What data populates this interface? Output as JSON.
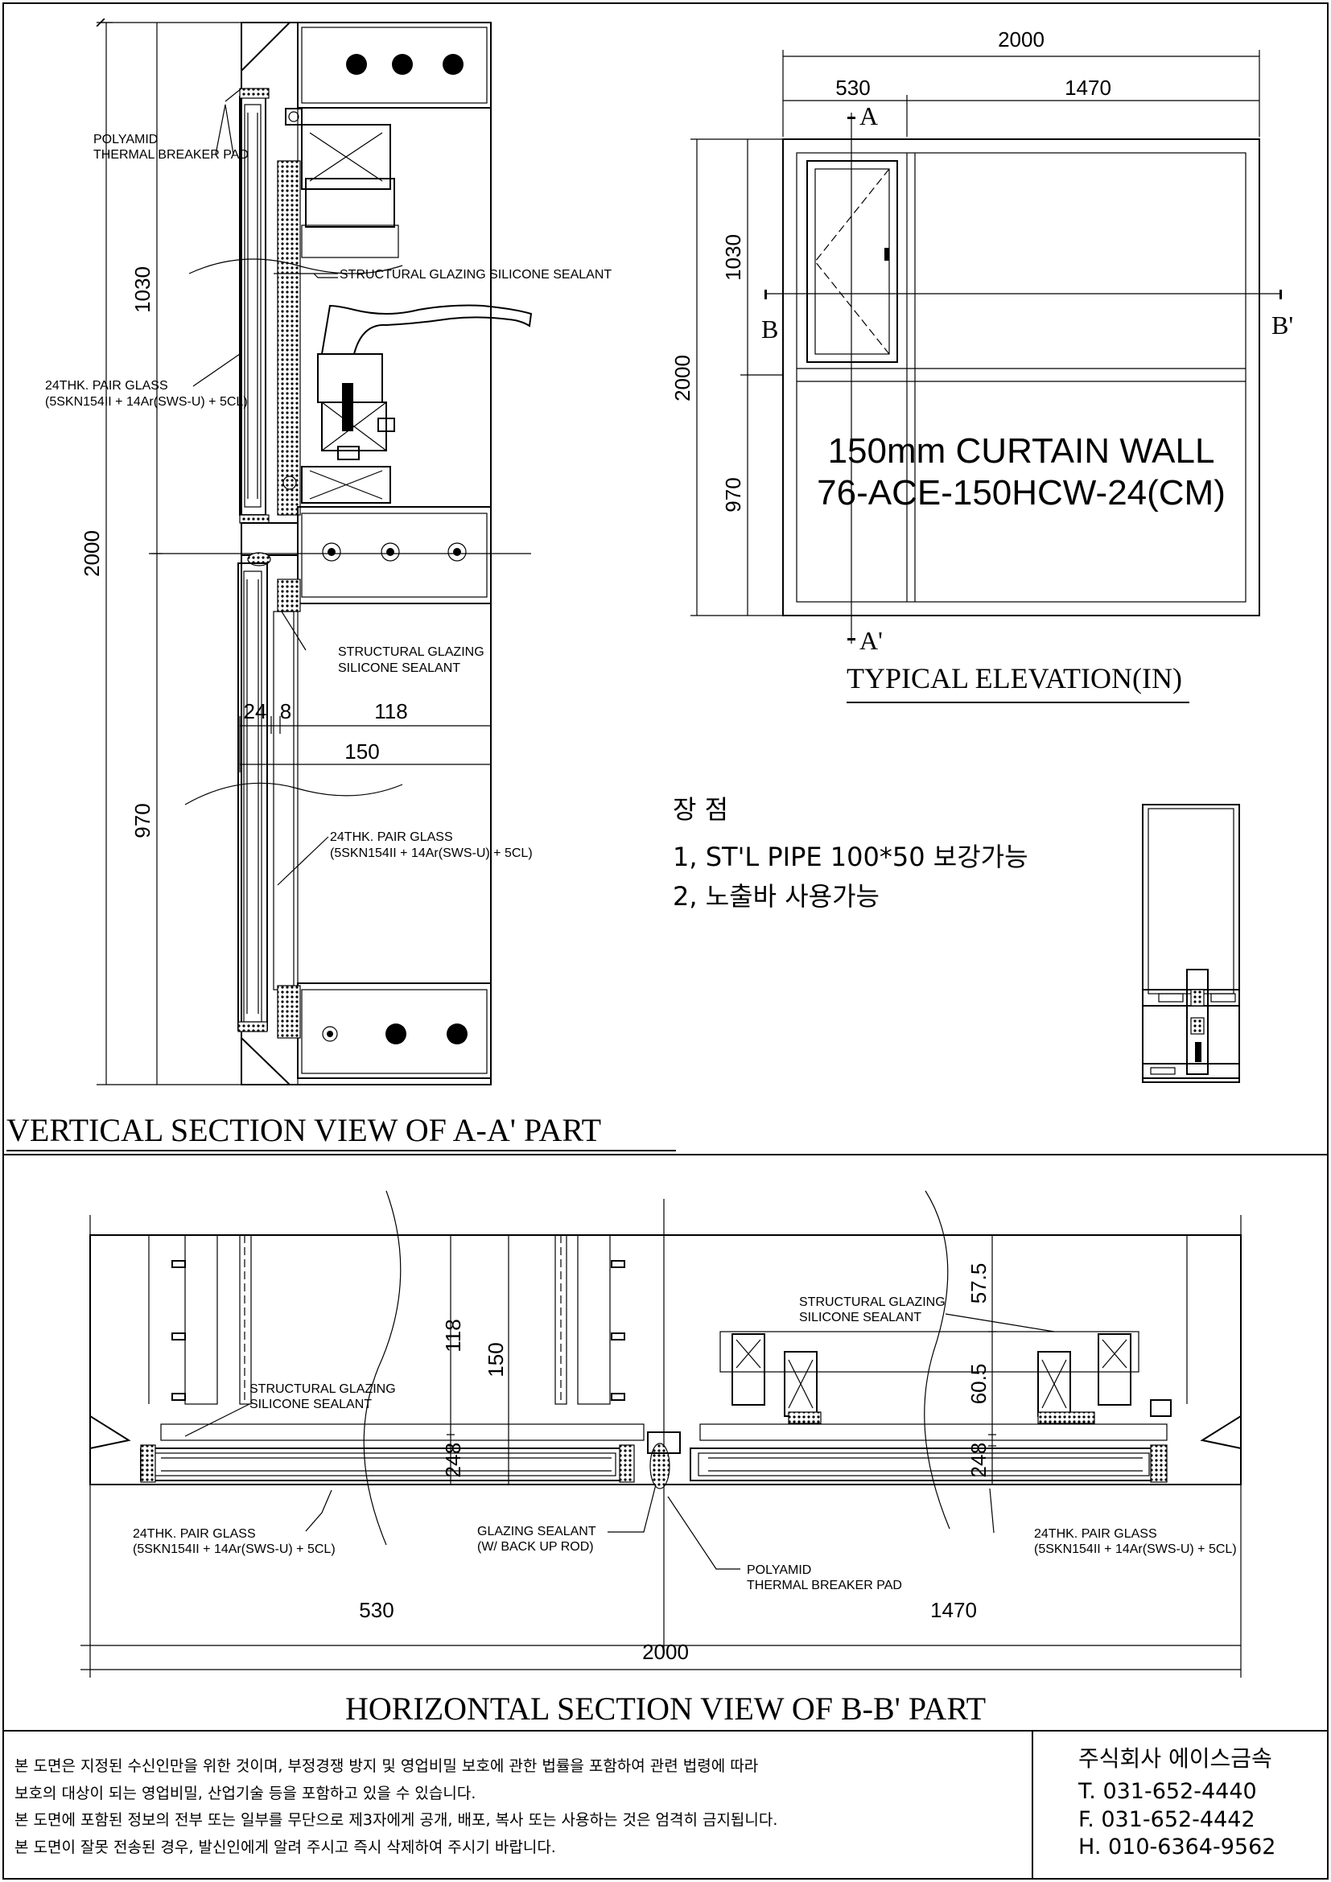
{
  "vertical_section": {
    "title": "VERTICAL SECTION VIEW OF A-A' PART",
    "dims": {
      "total": "2000",
      "upper": "1030",
      "lower": "970",
      "d24": "24",
      "d8": "8",
      "d118": "118",
      "d150": "150"
    },
    "notes": {
      "polyamid": [
        "POLYAMID",
        "THERMAL BREAKER PAD"
      ],
      "sg_sealant_1": "STRUCTURAL GLAZING SILICONE SEALANT",
      "pair_glass_1": [
        "24THK. PAIR GLASS",
        "(5SKN154II + 14Ar(SWS-U) + 5CL)"
      ],
      "sg_sealant_2": [
        "STRUCTURAL GLAZING",
        "SILICONE SEALANT"
      ],
      "pair_glass_2": [
        "24THK. PAIR GLASS",
        "(5SKN154II + 14Ar(SWS-U) + 5CL)"
      ]
    }
  },
  "elevation": {
    "title": "TYPICAL ELEVATION(IN)",
    "dims": {
      "total_w": "2000",
      "w530": "530",
      "w1470": "1470",
      "total_h": "2000",
      "h1030": "1030",
      "h970": "970"
    },
    "marks": {
      "a": "A",
      "a_prime": "A'",
      "b": "B",
      "b_prime": "B'"
    },
    "product_name": "150mm CURTAIN WALL",
    "product_code": "76-ACE-150HCW-24(CM)"
  },
  "features": {
    "heading": "장  점",
    "items": [
      "1, ST'L PIPE 100*50 보강가능",
      "2, 노출바 사용가능"
    ]
  },
  "horizontal_section": {
    "title": "HORIZONTAL SECTION VIEW OF B-B' PART",
    "dims": {
      "d118": "118",
      "d150": "150",
      "d24": "24",
      "d8": "8",
      "d57_5": "57.5",
      "d60_5": "60.5",
      "w530": "530",
      "w1470": "1470",
      "total": "2000"
    },
    "notes": {
      "sg_sealant_left": [
        "STRUCTURAL GLAZING",
        "SILICONE SEALANT"
      ],
      "sg_sealant_right": [
        "STRUCTURAL GLAZING",
        "SILICONE SEALANT"
      ],
      "pair_glass_left": [
        "24THK. PAIR GLASS",
        "(5SKN154II + 14Ar(SWS-U) + 5CL)"
      ],
      "glazing_sealant": [
        "GLAZING SEALANT",
        "(W/ BACK UP ROD)"
      ],
      "polyamid": [
        "POLYAMID",
        "THERMAL BREAKER PAD"
      ],
      "pair_glass_right": [
        "24THK. PAIR GLASS",
        "(5SKN154II + 14Ar(SWS-U) + 5CL)"
      ]
    }
  },
  "footer": {
    "notice": [
      "본 도면은 지정된 수신인만을 위한 것이며, 부정경쟁 방지 및 영업비밀 보호에 관한 법률을 포함하여 관련 법령에 따라",
      "보호의 대상이 되는 영업비밀, 산업기술 등을 포함하고 있을 수 있습니다.",
      "본 도면에 포함된 정보의 전부 또는 일부를 무단으로 제3자에게 공개, 배포, 복사 또는 사용하는 것은 엄격히 금지됩니다.",
      "본 도면이 잘못 전송된 경우, 발신인에게 알려 주시고 즉시 삭제하여 주시기 바랍니다."
    ],
    "company": "주식회사 에이스금속",
    "tel": "T. 031-652-4440",
    "fax": "F. 031-652-4442",
    "mobile": "H. 010-6364-9562"
  }
}
